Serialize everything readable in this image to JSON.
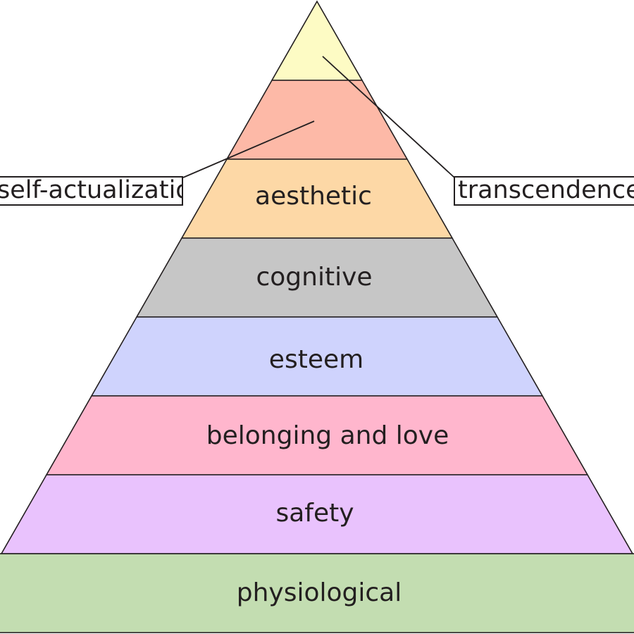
{
  "diagram": {
    "levels": [
      {
        "label": "",
        "color": "#fdfbc4"
      },
      {
        "label": "",
        "color": "#fdb9a7"
      },
      {
        "label": "aesthetic",
        "color": "#fdd8a6"
      },
      {
        "label": "cognitive",
        "color": "#c6c6c6"
      },
      {
        "label": "esteem",
        "color": "#cfd3fd"
      },
      {
        "label": "belonging and love",
        "color": "#ffb6cd"
      },
      {
        "label": "safety",
        "color": "#e9c2fd"
      },
      {
        "label": "physiological",
        "color": "#c3ddb1"
      }
    ],
    "callouts": {
      "left": {
        "text": "self-actualization",
        "points_to": "level 2"
      },
      "right": {
        "text": "transcendence",
        "points_to": "level 1"
      }
    },
    "outline_color": "#231f20"
  }
}
